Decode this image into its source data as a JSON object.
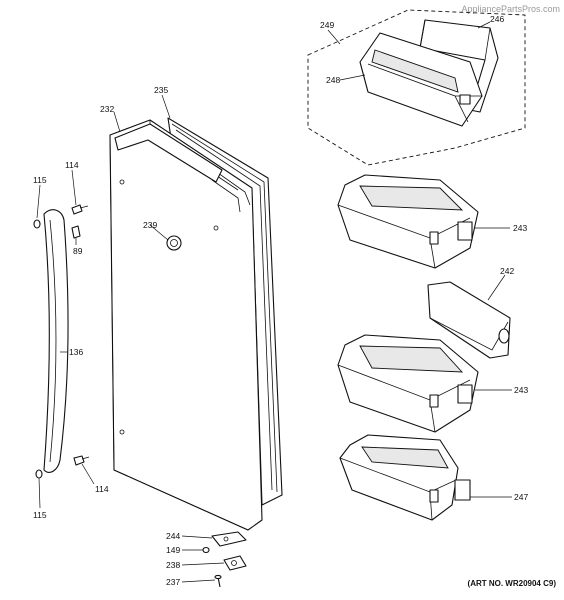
{
  "watermark": "AppliancePartsPros.com",
  "art_number": "(ART NO. WR20904 C9)",
  "callouts": {
    "c249": "249",
    "c246": "246",
    "c248": "248",
    "c235": "235",
    "c232": "232",
    "c114_top": "114",
    "c115_top": "115",
    "c89": "89",
    "c239": "239",
    "c243_top": "243",
    "c242": "242",
    "c136": "136",
    "c243_bottom": "243",
    "c114_bottom": "114",
    "c115_bottom": "115",
    "c247": "247",
    "c244": "244",
    "c149": "149",
    "c238": "238",
    "c237": "237"
  }
}
